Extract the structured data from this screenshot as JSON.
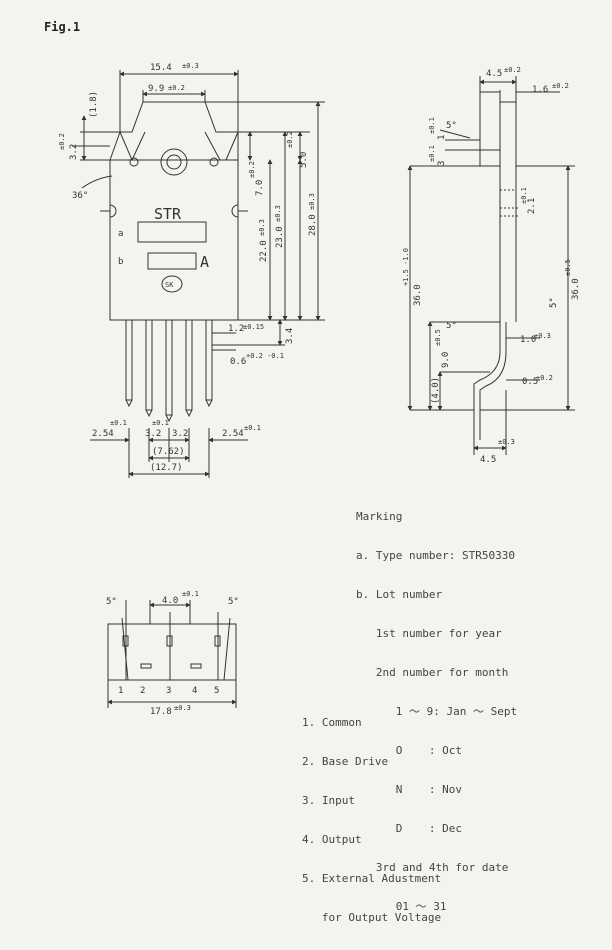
{
  "figure": {
    "label": "Fig.1"
  },
  "front_view": {
    "body_marking": "STR",
    "field_a_label": "a",
    "field_b_label": "b",
    "field_b_suffix": "A",
    "logo_text": "SK",
    "dims": {
      "overall_width": "15.4",
      "overall_width_tol": "±0.3",
      "tab_width": "9.9",
      "tab_width_tol": "±0.2",
      "top_a": "(1.8)",
      "top_b": "3.2",
      "top_b_tol": "±0.2",
      "angle": "36°",
      "d5_0": "5.0",
      "d5_0_tol": "±0.2",
      "d7_0": "7.0",
      "d7_0_tol": "±0.2",
      "d22_0": "22.0",
      "d22_0_tol": "±0.3",
      "d23_0": "23.0",
      "d23_0_tol": "±0.3",
      "d28_0": "28.0",
      "d28_0_tol": "±0.3",
      "lead_w": "1.2",
      "lead_w_tol": "±0.15",
      "standoff": "3.4",
      "lead_t": "0.6",
      "lead_t_tol": "+0.2 -0.1",
      "pitch_left": "2.54",
      "pitch_left_tol": "±0.1",
      "pitch_right": "2.54",
      "pitch_right_tol": "±0.1",
      "pitch_mid": "3.2",
      "pitch_mid_tol": "±0.1",
      "span_762": "(7.62)",
      "span_127": "(12.7)"
    }
  },
  "side_view": {
    "dims": {
      "top_width": "4.5",
      "top_width_tol": "±0.2",
      "tab_t": "1.6",
      "tab_t_tol": "±0.2",
      "d1": "1",
      "d1_tol": "±0.1",
      "d3": "3",
      "d3_tol": "±0.1",
      "hole": "2.1",
      "hole_tol": "±0.1",
      "angle_top": "5°",
      "d36_left": "36.0",
      "d36_left_tol": "+1.5 -1.0",
      "d36_right": "36.0",
      "d36_right_tol": "±0.5",
      "angle_mid": "5°",
      "d9_0": "9.0",
      "d9_0_tol": "±0.5",
      "d4_0": "(4.0)",
      "d1_0": "1.0",
      "d1_0_tol": "±0.3",
      "d0_5": "0.5",
      "d0_5_tol": "±0.2",
      "bottom_width": "4.5",
      "bottom_width_tol": "±0.3"
    }
  },
  "bottom_view": {
    "angle_left": "5°",
    "angle_right": "5°",
    "pitch": "4.0",
    "pitch_tol": "±0.1",
    "width": "17.8",
    "width_tol": "±0.3",
    "pins": [
      "1",
      "2",
      "3",
      "4",
      "5"
    ]
  },
  "marking": {
    "title": "Marking",
    "lines": [
      "a. Type number: STR50330",
      "b. Lot number",
      "   1st number for year",
      "   2nd number for month",
      "      1 ～ 9: Jan ～ Sept",
      "      O    : Oct",
      "      N    : Nov",
      "      D    : Dec",
      "   3rd and 4th for date",
      "      01 ～ 31"
    ]
  },
  "pin_legend": [
    "1. Common",
    "2. Base Drive",
    "3. Input",
    "4. Output",
    "5. External Adustment",
    "   for Output Voltage"
  ]
}
